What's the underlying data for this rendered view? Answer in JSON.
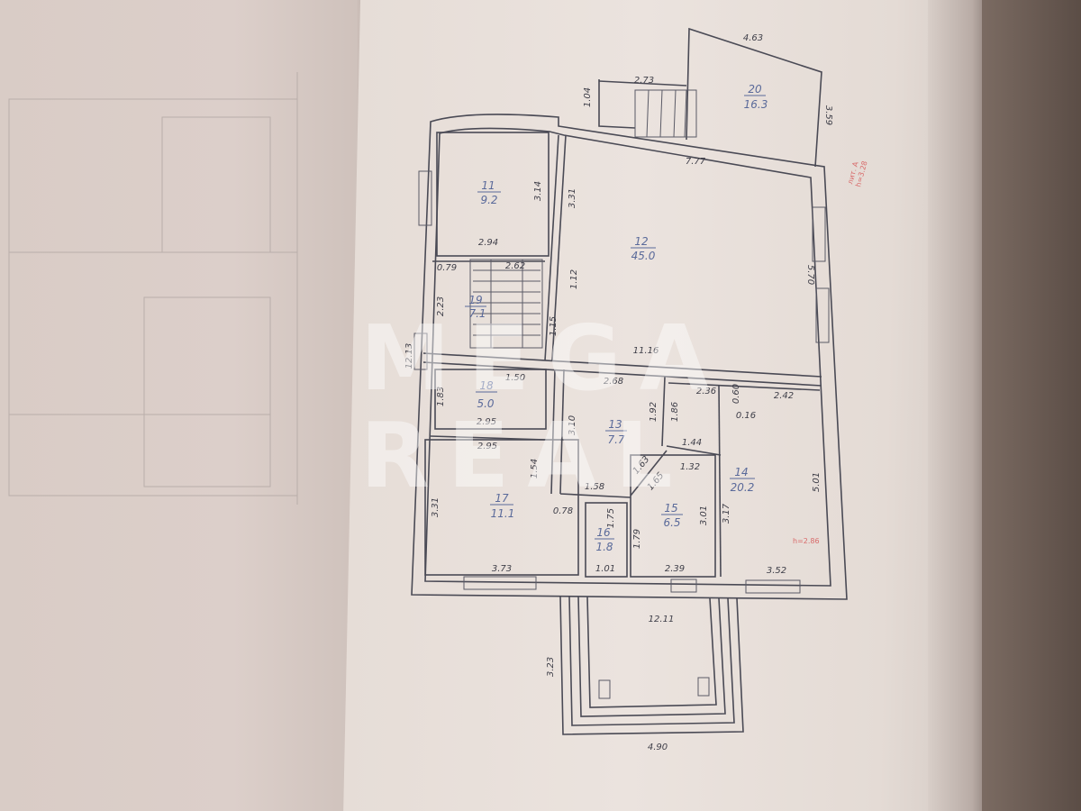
{
  "rooms": [
    {
      "id": "room-11",
      "num": "11",
      "area": "9.2"
    },
    {
      "id": "room-12",
      "num": "12",
      "area": "45.0"
    },
    {
      "id": "room-13",
      "num": "13",
      "area": "7.7"
    },
    {
      "id": "room-14",
      "num": "14",
      "area": "20.2"
    },
    {
      "id": "room-15",
      "num": "15",
      "area": "6.5"
    },
    {
      "id": "room-16",
      "num": "16",
      "area": "1.8"
    },
    {
      "id": "room-17",
      "num": "17",
      "area": "11.1"
    },
    {
      "id": "room-18",
      "num": "18",
      "area": "5.0"
    },
    {
      "id": "room-19",
      "num": "19",
      "area": "7.1"
    },
    {
      "id": "room-20",
      "num": "20",
      "area": "16.3"
    }
  ],
  "dimensions": [
    "4.63",
    "2.73",
    "1.04",
    "3.59",
    "7.77",
    "3.14",
    "3.31",
    "2.94",
    "2.62",
    "0.79",
    "2.23",
    "1.12",
    "1.15",
    "5.70",
    "11.16",
    "12.13",
    "1.50",
    "1.83",
    "2.95",
    "2.68",
    "2.36",
    "0.60",
    "2.42",
    "0.16",
    "1.92",
    "1.86",
    "3.10",
    "2.95",
    "1.44",
    "1.54",
    "1.63",
    "1.65",
    "1.32",
    "3.31",
    "1.58",
    "0.78",
    "1.75",
    "1.79",
    "3.01",
    "3.17",
    "5.01",
    "3.73",
    "1.01",
    "2.39",
    "3.52",
    "12.11",
    "3.23",
    "4.90"
  ],
  "annotations": {
    "liter_label": "лит. А",
    "liter_height": "h=3.28",
    "room14_height": "h=2.86"
  },
  "watermark": {
    "line1": "MEGA",
    "line2": "REAL"
  }
}
